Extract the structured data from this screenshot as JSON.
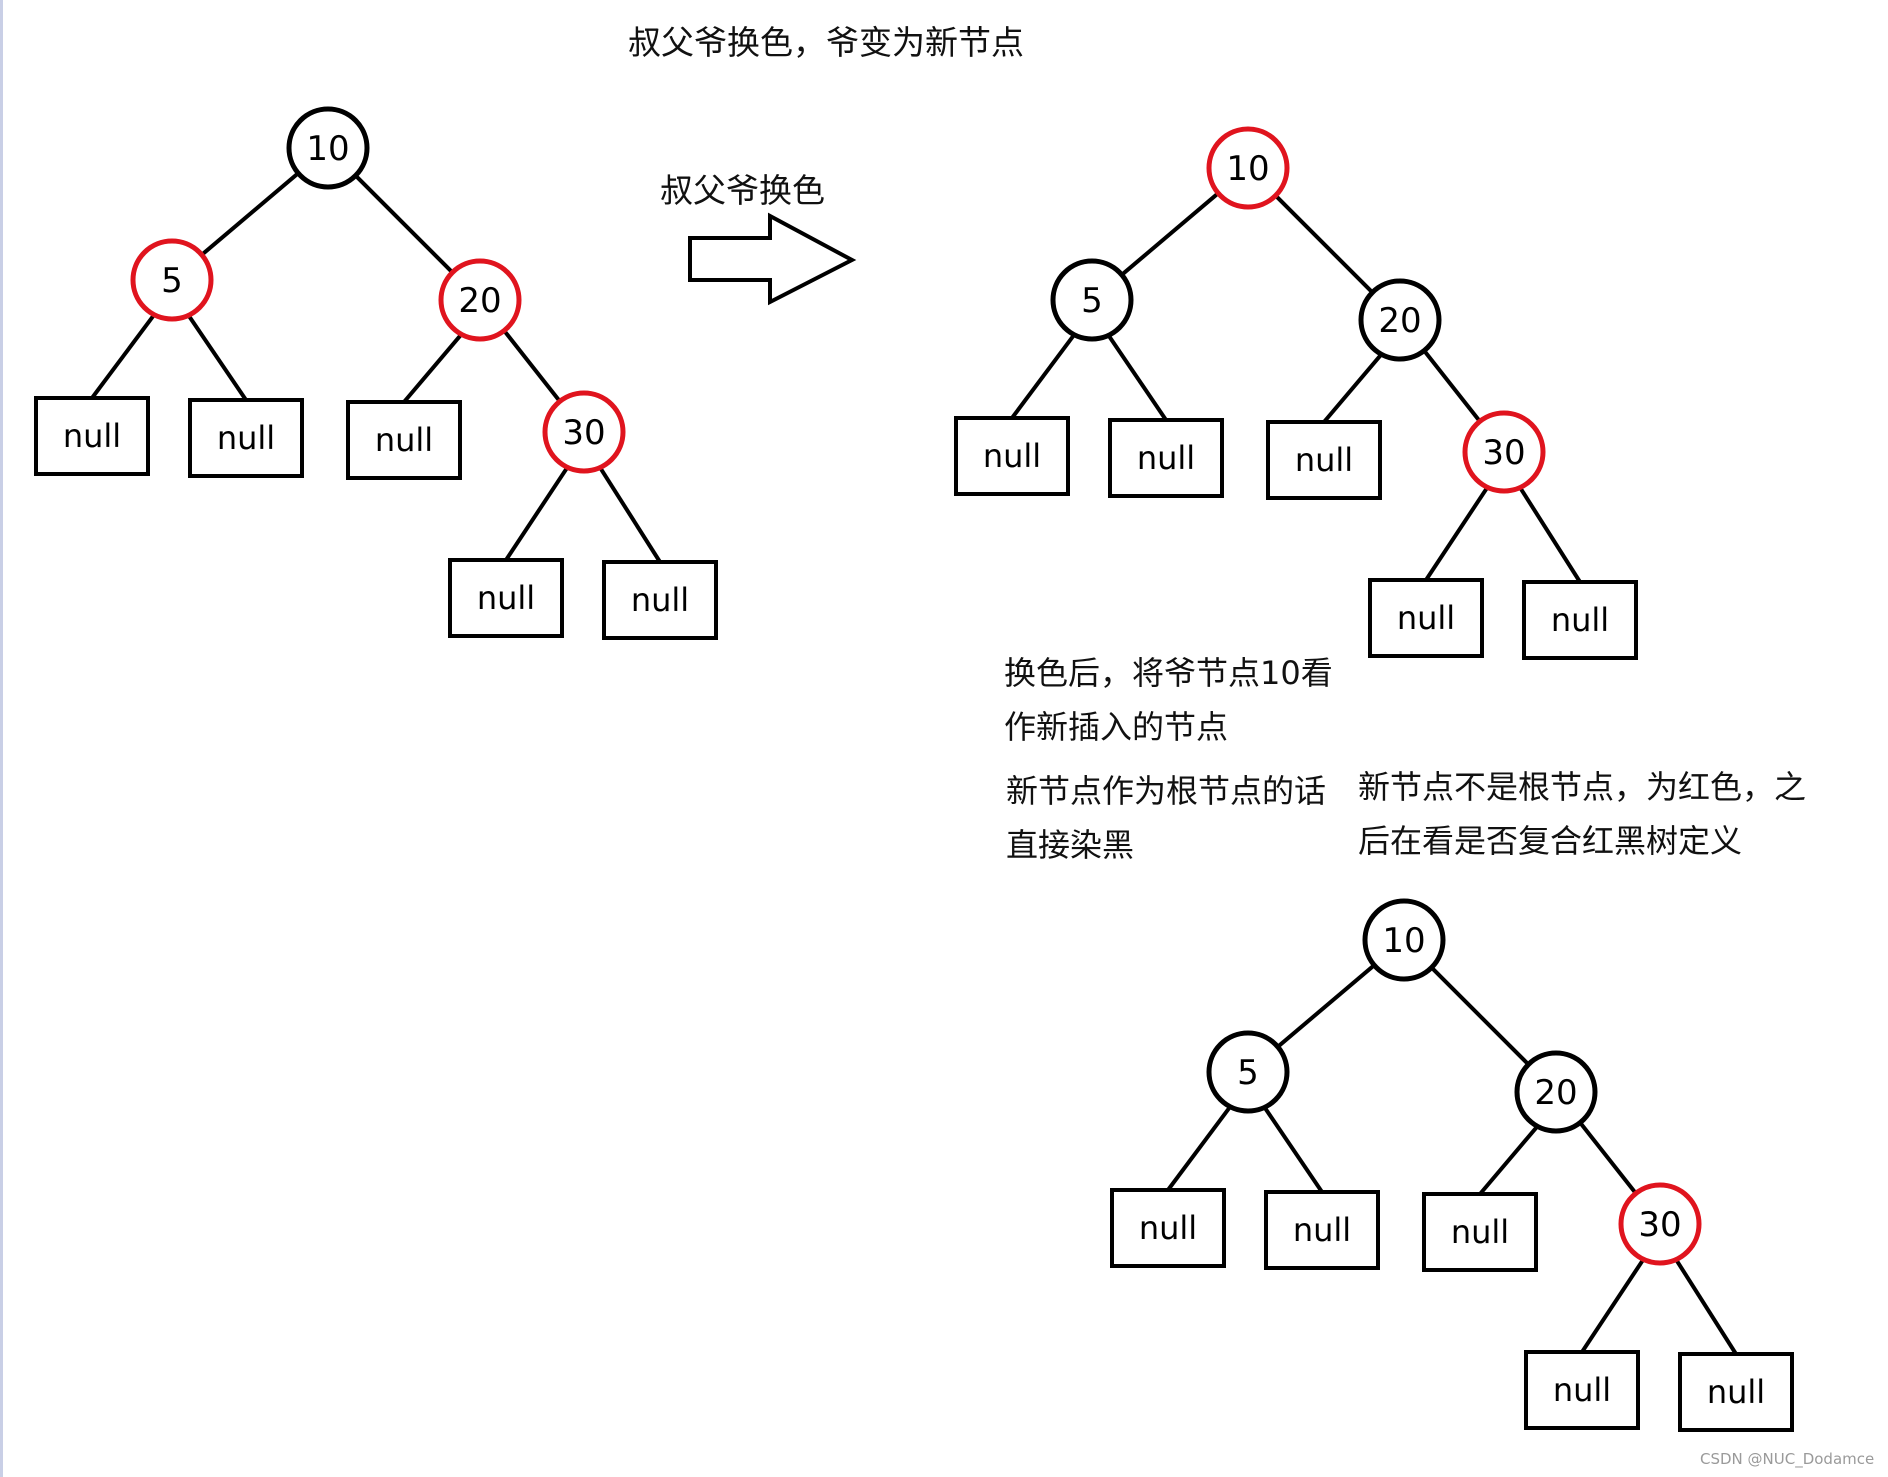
{
  "captions": {
    "title": "叔父爷换色，爷变为新节点",
    "arrow_label": "叔父爷换色",
    "note_after_swap": [
      "换色后，将爷节点10看",
      "作新插入的节点"
    ],
    "note_root": [
      "新节点作为根节点的话",
      "直接染黑"
    ],
    "note_not_root": [
      "新节点不是根节点，为红色，之",
      "后在看是否复合红黑树定义"
    ]
  },
  "watermark": "CSDN @NUC_Dodamce",
  "colors": {
    "red": "#e0141e",
    "black": "#000000",
    "background": "#ffffff"
  },
  "trees": [
    {
      "id": "before",
      "nodes": [
        {
          "label": "10",
          "color": "black"
        },
        {
          "label": "5",
          "color": "red"
        },
        {
          "label": "20",
          "color": "red"
        },
        {
          "label": "30",
          "color": "red"
        }
      ],
      "null_leaves": [
        "null",
        "null",
        "null",
        "null",
        "null"
      ]
    },
    {
      "id": "after-swap",
      "nodes": [
        {
          "label": "10",
          "color": "red"
        },
        {
          "label": "5",
          "color": "black"
        },
        {
          "label": "20",
          "color": "black"
        },
        {
          "label": "30",
          "color": "red"
        }
      ],
      "null_leaves": [
        "null",
        "null",
        "null",
        "null",
        "null"
      ]
    },
    {
      "id": "root-blackened",
      "nodes": [
        {
          "label": "10",
          "color": "black"
        },
        {
          "label": "5",
          "color": "black"
        },
        {
          "label": "20",
          "color": "black"
        },
        {
          "label": "30",
          "color": "red"
        }
      ],
      "null_leaves": [
        "null",
        "null",
        "null",
        "null",
        "null"
      ]
    }
  ]
}
